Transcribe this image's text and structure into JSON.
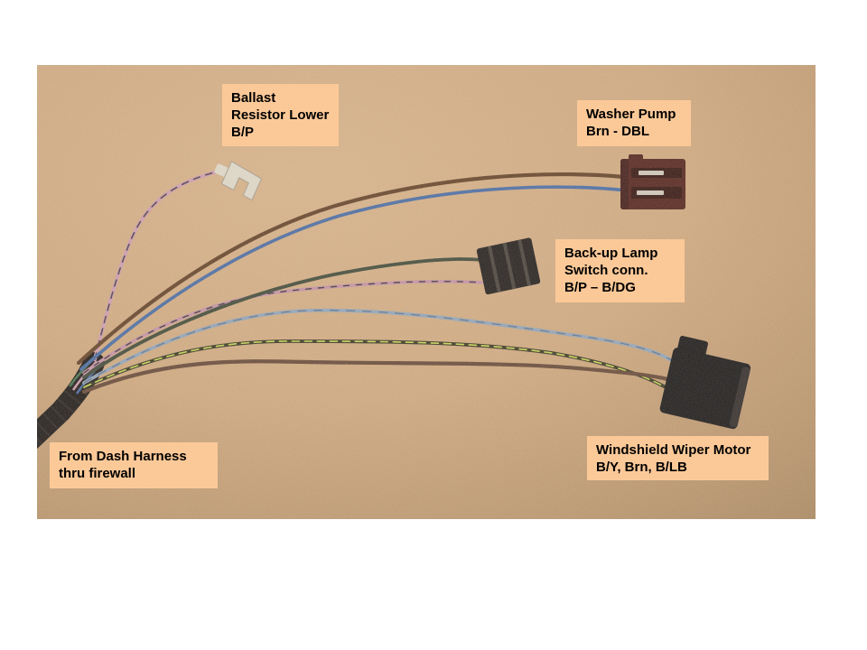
{
  "page": {
    "background": "#ffffff"
  },
  "photo": {
    "subject": "wiring-harness-on-carpet",
    "carpet_base_color": "#c7a076"
  },
  "labels": {
    "background": "#fbc998",
    "text_color": "#000000",
    "ballast": {
      "lines": [
        "Ballast",
        "Resistor Lower",
        "B/P"
      ]
    },
    "washer": {
      "lines": [
        "Washer Pump",
        "Brn - DBL"
      ]
    },
    "backup": {
      "lines": [
        "Back-up Lamp",
        "Switch conn.",
        "B/P – B/DG"
      ]
    },
    "dash": {
      "lines": [
        "From Dash Harness",
        "thru firewall"
      ]
    },
    "wiper": {
      "lines": [
        "Windshield Wiper Motor",
        "B/Y, Brn, B/LB"
      ]
    }
  },
  "wires": {
    "ballast_bp": {
      "code": "B/P",
      "color": "#c795a8",
      "stripe": "#473a42"
    },
    "washer_brn": {
      "code": "Brn",
      "color": "#5d3b21"
    },
    "washer_dbl": {
      "code": "DBL",
      "color": "#42649c"
    },
    "backup_bp": {
      "code": "B/P",
      "color": "#bd8a9d",
      "stripe": "#3c3138"
    },
    "backup_bdg": {
      "code": "B/DG",
      "color": "#3a4231"
    },
    "wiper_blb": {
      "code": "B/LB",
      "color": "#8b9db1",
      "stripe": "#5c6d82"
    },
    "wiper_by": {
      "code": "B/Y",
      "color": "#33301c",
      "stripe": "#c2d050"
    },
    "wiper_brn": {
      "code": "Brn",
      "color": "#5f4130"
    }
  },
  "connectors": {
    "fork_terminal": {
      "color": "#d8d1c2",
      "outline": "#9e9585"
    },
    "washer_pump": {
      "color": "#4c1b14",
      "slot_color": "#2c0d08",
      "blade_color": "#d6cfc2",
      "rim_color": "#3a1410"
    },
    "backup_lamp": {
      "color": "#1b1614",
      "ridge_color": "#474139"
    },
    "wiper_motor": {
      "color": "#121010",
      "edge_color": "#2a2423"
    },
    "harness_bundle": {
      "color": "#17120f",
      "tape_color": "#37302a"
    }
  }
}
